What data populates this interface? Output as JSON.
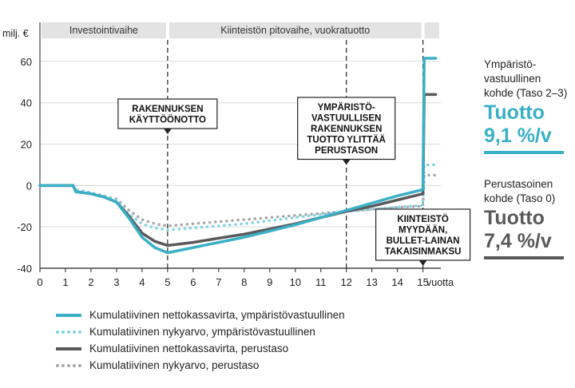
{
  "chart_data": {
    "type": "line",
    "ylabel": "milj. €",
    "xlabel": "vuotta",
    "xlim": [
      0,
      15.7
    ],
    "ylim": [
      -40,
      70
    ],
    "x_ticks": [
      0,
      1,
      2,
      3,
      4,
      5,
      6,
      7,
      8,
      9,
      10,
      11,
      12,
      13,
      14,
      15
    ],
    "x_tick_labels": [
      "0",
      "1",
      "2",
      "3",
      "4",
      "5",
      "6",
      "7",
      "8",
      "9",
      "10",
      "11",
      "12",
      "13",
      "14",
      "15"
    ],
    "y_ticks": [
      -40,
      -20,
      0,
      20,
      40,
      60
    ],
    "y_tick_labels": [
      "-40",
      "-20",
      "0",
      "20",
      "40",
      "60"
    ],
    "grid": true,
    "phases": [
      {
        "label": "Investointivaihe",
        "from": 0,
        "to": 5
      },
      {
        "label": "Kiinteistön pitovaihe, vuokratuotto",
        "from": 5,
        "to": 15
      },
      {
        "label": "",
        "from": 15,
        "to": 15.7
      }
    ],
    "vlines": [
      5,
      12,
      15
    ],
    "series": [
      {
        "name": "Kumulatiivinen nettokassavirta, ympäristövastuullinen",
        "style": "solid",
        "color": "#3ab0c6",
        "x": [
          0,
          1.3,
          1.4,
          2,
          2.5,
          3,
          3.5,
          4,
          4.5,
          5,
          6,
          7,
          8,
          9,
          10,
          11,
          12,
          13,
          14,
          15,
          15.05,
          15.5
        ],
        "y": [
          0,
          0,
          -3,
          -4,
          -5.5,
          -8,
          -16,
          -25,
          -30,
          -32.5,
          -30,
          -27.5,
          -25,
          -22,
          -19,
          -15.5,
          -12,
          -8.5,
          -5,
          -2,
          61.5,
          61.5
        ]
      },
      {
        "name": "Kumulatiivinen nykyarvo, ympäristövastuullinen",
        "style": "dotted",
        "color": "#7fd3e3",
        "x": [
          0,
          1.3,
          1.4,
          2,
          2.5,
          3,
          3.5,
          4,
          4.5,
          5,
          6,
          7,
          8,
          9,
          10,
          11,
          12,
          13,
          14,
          15,
          15.05,
          15.5
        ],
        "y": [
          0,
          0,
          -2,
          -3.5,
          -5,
          -7,
          -14,
          -18.5,
          -20.5,
          -21.5,
          -20.5,
          -19.5,
          -18.5,
          -17,
          -15.5,
          -14,
          -12.5,
          -11.5,
          -10.5,
          -9.5,
          10,
          10
        ]
      },
      {
        "name": "Kumulatiivinen nettokassavirta, perustaso",
        "style": "solid",
        "color": "#5a5a5c",
        "x": [
          0,
          1.3,
          1.4,
          2,
          2.5,
          3,
          3.5,
          4,
          4.5,
          5,
          6,
          7,
          8,
          9,
          10,
          11,
          12,
          13,
          14,
          15,
          15.05,
          15.5
        ],
        "y": [
          0,
          0,
          -3,
          -4,
          -5.5,
          -8,
          -15,
          -23,
          -27,
          -29,
          -27.5,
          -25.5,
          -23.5,
          -21,
          -18.5,
          -15.5,
          -12.5,
          -10,
          -7,
          -4,
          44,
          44
        ]
      },
      {
        "name": "Kumulatiivinen nykyarvo, perustaso",
        "style": "dotted",
        "color": "#a8a8a8",
        "x": [
          0,
          1.3,
          1.4,
          2,
          2.5,
          3,
          3.5,
          4,
          4.5,
          5,
          6,
          7,
          8,
          9,
          10,
          11,
          12,
          13,
          14,
          15,
          15.05,
          15.5
        ],
        "y": [
          0,
          0,
          -2,
          -3.5,
          -5,
          -6.5,
          -12,
          -16.5,
          -18.5,
          -19.5,
          -18.5,
          -17.5,
          -16.5,
          -15.5,
          -14.5,
          -13.5,
          -12.5,
          -11.5,
          -10.5,
          -10,
          5,
          5
        ]
      }
    ],
    "annotations": [
      {
        "lines": [
          "RAKENNUKSEN",
          "KÄYTTÖÖNOTTO"
        ],
        "x": 5
      },
      {
        "lines": [
          "YMPÄRISTÖ-",
          "VASTUULLISEN",
          "RAKENNUKSEN",
          "TUOTTO YLITTÄÄ",
          "PERUSTASON"
        ],
        "x": 12
      },
      {
        "lines": [
          "KIINTEISTÖ",
          "MYYDÄÄN,",
          "BULLET-LAINAN",
          "TAKAISINMAKSU"
        ],
        "x": 15
      }
    ]
  },
  "side": {
    "env_label_lines": [
      "Ympäristö-",
      "vastuullinen",
      "kohde (Taso 2–3)"
    ],
    "env_return_title": "Tuotto",
    "env_return_value": "9,1 %/v",
    "base_label_lines": [
      "Perustasoinen",
      "kohde (Taso 0)"
    ],
    "base_return_title": "Tuotto",
    "base_return_value": "7,4 %/v"
  },
  "colors": {
    "accent": "#3ab0c6",
    "accent_light": "#7fd3e3",
    "base": "#5a5a5c",
    "base_light": "#a8a8a8",
    "phase_band": "#e3e3e3"
  }
}
